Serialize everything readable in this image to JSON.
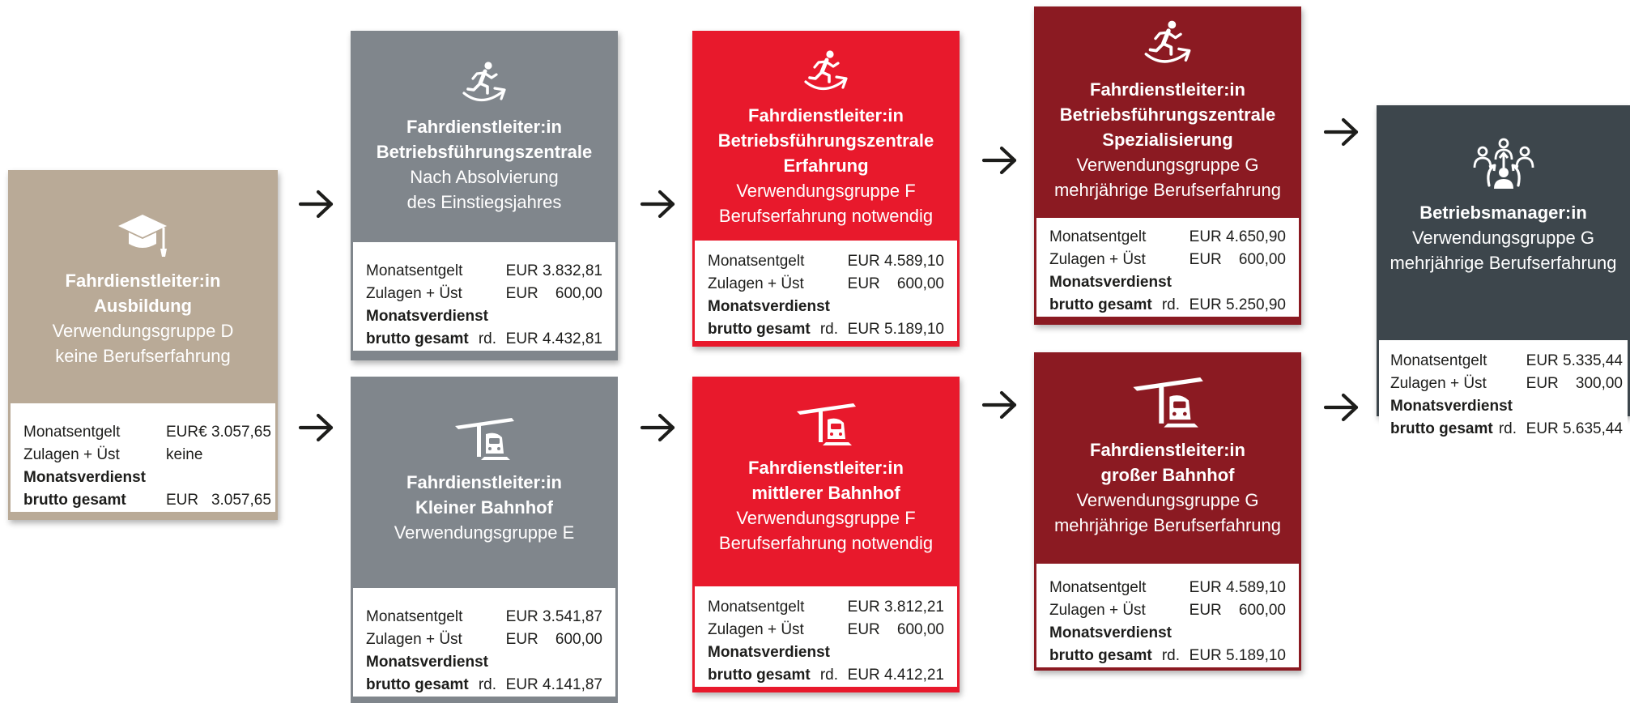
{
  "colors": {
    "ausbildung": "#b9aa97",
    "grey": "#80868c",
    "red": "#e8192c",
    "maroon": "#8b1a22",
    "manager": "#3d464c",
    "arrow": "#1d1d1b"
  },
  "cards": {
    "ausbildung": {
      "icon": "graduation-cap-icon",
      "title1": "Fahrdienstleiter:in",
      "title2": "Ausbildung",
      "sub1": "Verwendungsgruppe D",
      "sub2": "keine Berufserfahrung",
      "row1_label": "Monatsentgelt",
      "row1_value": "EUR€ 3.057,65",
      "row2_label": "Zulagen + Üst",
      "row2_value": "keine",
      "row3_label": "Monatsverdienst",
      "row4_label": "brutto gesamt",
      "row4_rd": "",
      "row4_value": "EUR   3.057,65"
    },
    "bfz_einstieg": {
      "icon": "running-person-icon",
      "title1": "Fahrdienstleiter:in",
      "title2": "Betriebsführungszentrale",
      "sub1": "Nach Absolvierung",
      "sub2": "des Einstiegsjahres",
      "row1_label": "Monatsentgelt",
      "row1_value": "EUR 3.832,81",
      "row2_label": "Zulagen + Üst",
      "row2_value": "EUR    600,00",
      "row3_label": "Monatsverdienst",
      "row4_label": "brutto gesamt",
      "row4_rd": "rd.",
      "row4_value": "EUR 4.432,81"
    },
    "kleiner_bahnhof": {
      "icon": "train-station-icon",
      "title1": "Fahrdienstleiter:in",
      "title2": "Kleiner Bahnhof",
      "sub1": "Verwendungsgruppe E",
      "row1_label": "Monatsentgelt",
      "row1_value": "EUR 3.541,87",
      "row2_label": "Zulagen + Üst",
      "row2_value": "EUR    600,00",
      "row3_label": "Monatsverdienst",
      "row4_label": "brutto gesamt",
      "row4_rd": "rd.",
      "row4_value": "EUR 4.141,87"
    },
    "bfz_erfahrung": {
      "icon": "running-person-icon",
      "title1": "Fahrdienstleiter:in",
      "title2": "Betriebsführungszentrale",
      "title3": "Erfahrung",
      "sub1": "Verwendungsgruppe F",
      "sub2": "Berufserfahrung notwendig",
      "row1_label": "Monatsentgelt",
      "row1_value": "EUR 4.589,10",
      "row2_label": "Zulagen + Üst",
      "row2_value": "EUR    600,00",
      "row3_label": "Monatsverdienst",
      "row4_label": "brutto gesamt",
      "row4_rd": "rd.",
      "row4_value": "EUR 5.189,10"
    },
    "mittlerer_bahnhof": {
      "icon": "train-station-icon",
      "title1": "Fahrdienstleiter:in",
      "title2": "mittlerer Bahnhof",
      "sub1": "Verwendungsgruppe F",
      "sub2": "Berufserfahrung notwendig",
      "row1_label": "Monatsentgelt",
      "row1_value": "EUR 3.812,21",
      "row2_label": "Zulagen + Üst",
      "row2_value": "EUR    600,00",
      "row3_label": "Monatsverdienst",
      "row4_label": "brutto gesamt",
      "row4_rd": "rd.",
      "row4_value": "EUR 4.412,21"
    },
    "bfz_spezialisierung": {
      "icon": "running-person-icon",
      "title1": "Fahrdienstleiter:in",
      "title2": "Betriebsführungszentrale",
      "title3": "Spezialisierung",
      "sub1": "Verwendungsgruppe G",
      "sub2": "mehrjährige Berufserfahrung",
      "row1_label": "Monatsentgelt",
      "row1_value": "EUR 4.650,90",
      "row2_label": "Zulagen + Üst",
      "row2_value": "EUR    600,00",
      "row3_label": "Monatsverdienst",
      "row4_label": "brutto gesamt",
      "row4_rd": "rd.",
      "row4_value": "EUR 5.250,90"
    },
    "grosser_bahnhof": {
      "icon": "train-station-icon",
      "title1": "Fahrdienstleiter:in",
      "title2": "großer Bahnhof",
      "sub1": "Verwendungsgruppe G",
      "sub2": "mehrjährige Berufserfahrung",
      "row1_label": "Monatsentgelt",
      "row1_value": "EUR 4.589,10",
      "row2_label": "Zulagen + Üst",
      "row2_value": "EUR    600,00",
      "row3_label": "Monatsverdienst",
      "row4_label": "brutto gesamt",
      "row4_rd": "rd.",
      "row4_value": "EUR 5.189,10"
    },
    "betriebsmanager": {
      "icon": "team-manager-icon",
      "title1": "Betriebsmanager:in",
      "sub1": "Verwendungsgruppe G",
      "sub2": "mehrjährige Berufserfahrung",
      "row1_label": "Monatsentgelt",
      "row1_value": "EUR 5.335,44",
      "row2_label": "Zulagen + Üst",
      "row2_value": "EUR    300,00",
      "row3_label": "Monatsverdienst",
      "row4_label": "brutto gesamt",
      "row4_rd": "rd.",
      "row4_value": "EUR 5.635,44"
    }
  }
}
